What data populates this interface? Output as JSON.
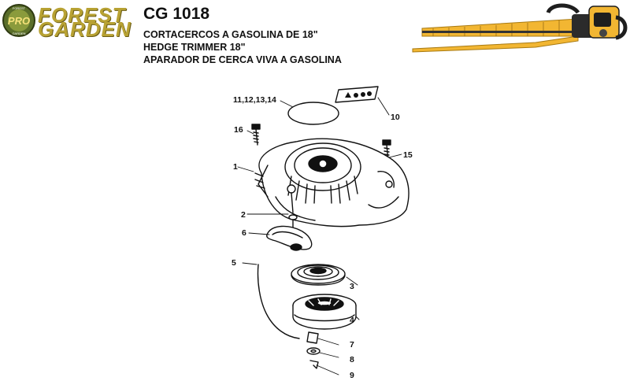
{
  "brand": {
    "line1": "FOREST",
    "line2": "GARDEN",
    "seal_text": "PRO",
    "seal_ring_top": "FOREST",
    "seal_ring_bottom": "GARDEN"
  },
  "header": {
    "model": "CG 1018",
    "lines": [
      "CORTACERCOS A GASOLINA DE 18\"",
      "HEDGE TRIMMER 18\"",
      "APARADOR DE CERCA VIVA A GASOLINA"
    ]
  },
  "diagram": {
    "callouts": [
      "11,12,13,14",
      "10",
      "16",
      "15",
      "1",
      "2",
      "6",
      "5",
      "3",
      "4",
      "7",
      "8",
      "9"
    ]
  },
  "colors": {
    "brand_gold": "#b8a233",
    "product_orange": "#f2b632",
    "outline": "#111111"
  }
}
